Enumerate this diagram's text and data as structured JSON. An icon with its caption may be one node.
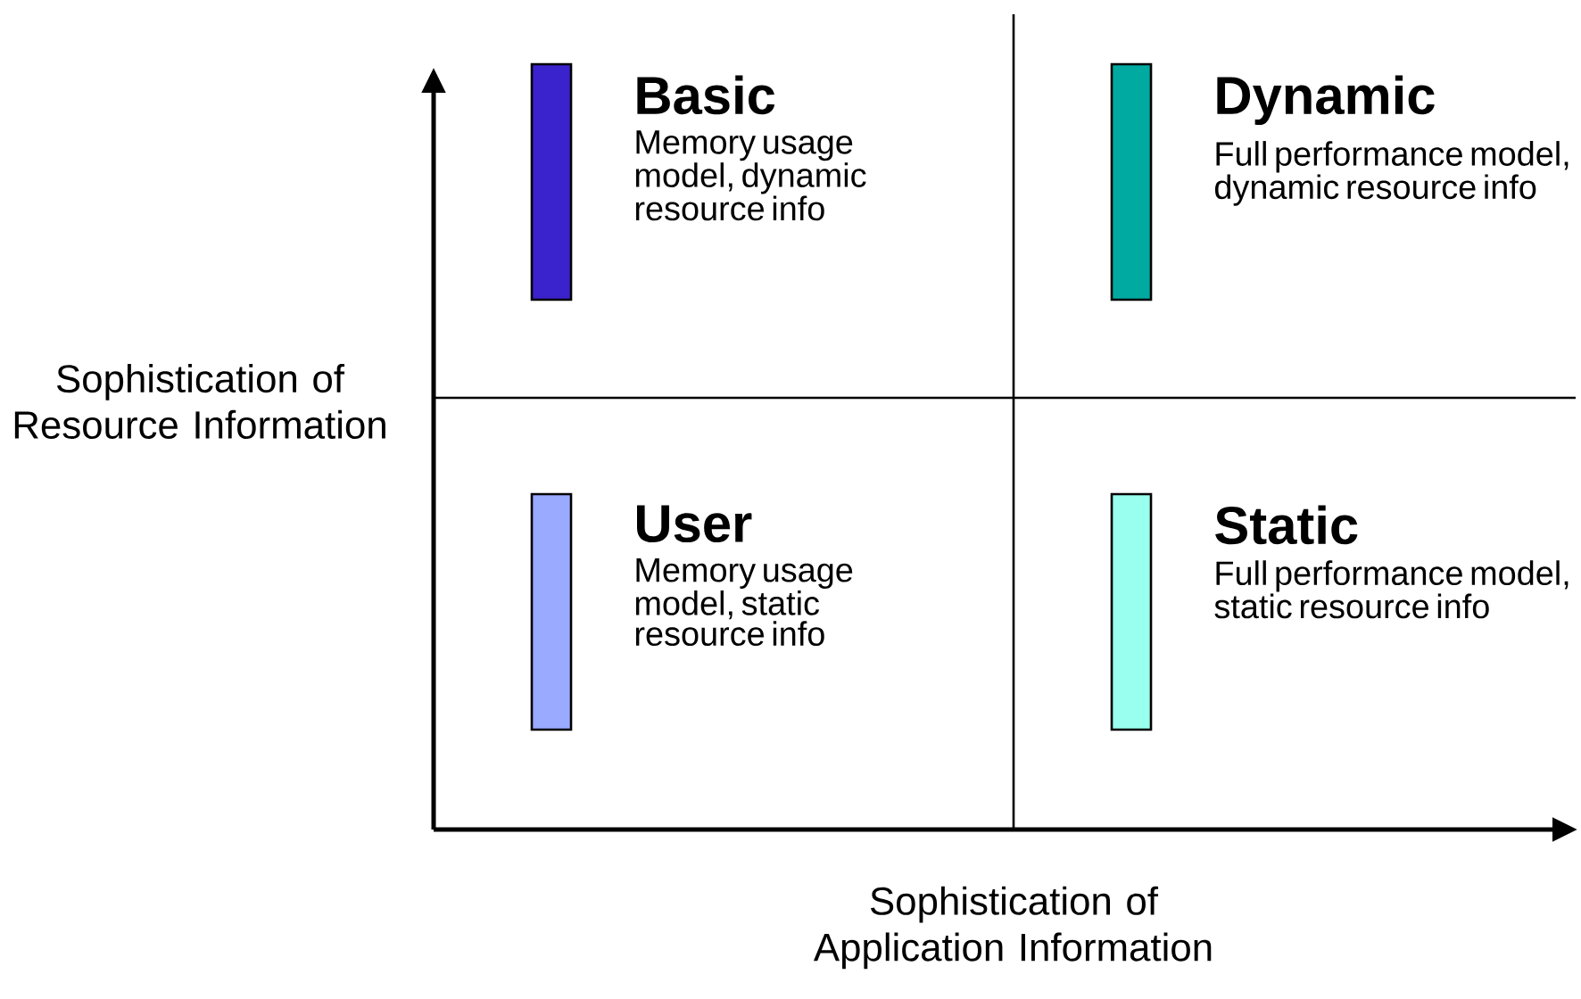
{
  "diagram": {
    "nodes": [
      {
        "text": [
          "Basic",
          "Memory usage model, dynamic resource info"
        ]
      },
      {
        "text": [
          "Dynamic",
          "Full performance model, dynamic resource info"
        ]
      },
      {
        "text": [
          "User",
          "Memory usage model, static resource info"
        ]
      },
      {
        "text": [
          "Static",
          "Full performance model, static resource info"
        ]
      }
    ],
    "edges": [],
    "labels": [
      "Sophistication of Resource Information",
      "Sophistication of Application Information"
    ]
  }
}
